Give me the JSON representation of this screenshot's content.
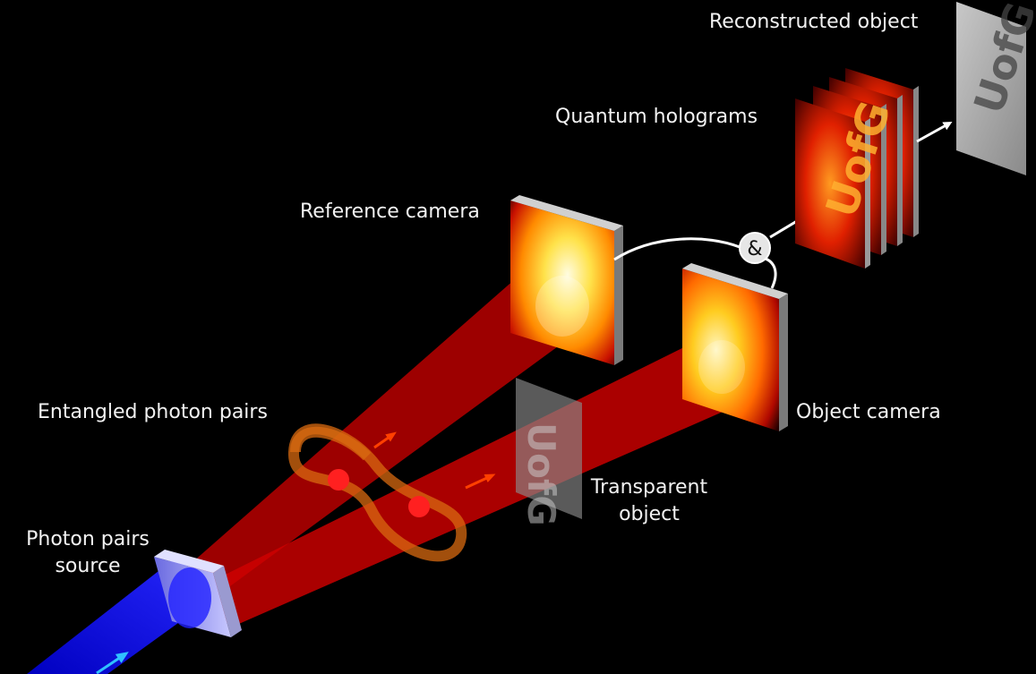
{
  "labels": {
    "reconstructed": "Reconstructed object",
    "holograms": "Quantum holograms",
    "reference": "Reference camera",
    "entangled": "Entangled photon pairs",
    "object_camera": "Object camera",
    "transparent_1": "Transparent",
    "transparent_2": "object",
    "source_1": "Photon pairs",
    "source_2": "source"
  },
  "and_symbol": "&",
  "object_letters": "UofG",
  "colors": {
    "background": "#000000",
    "beam_red": "#e00000",
    "beam_blue": "#1010ff",
    "camera_glow": "#ffe000",
    "loop": "#d86a10",
    "photon": "#ff2020",
    "arrow_small": "#ff4000",
    "arrow_pump": "#30c0ff",
    "connector": "#ffffff"
  }
}
